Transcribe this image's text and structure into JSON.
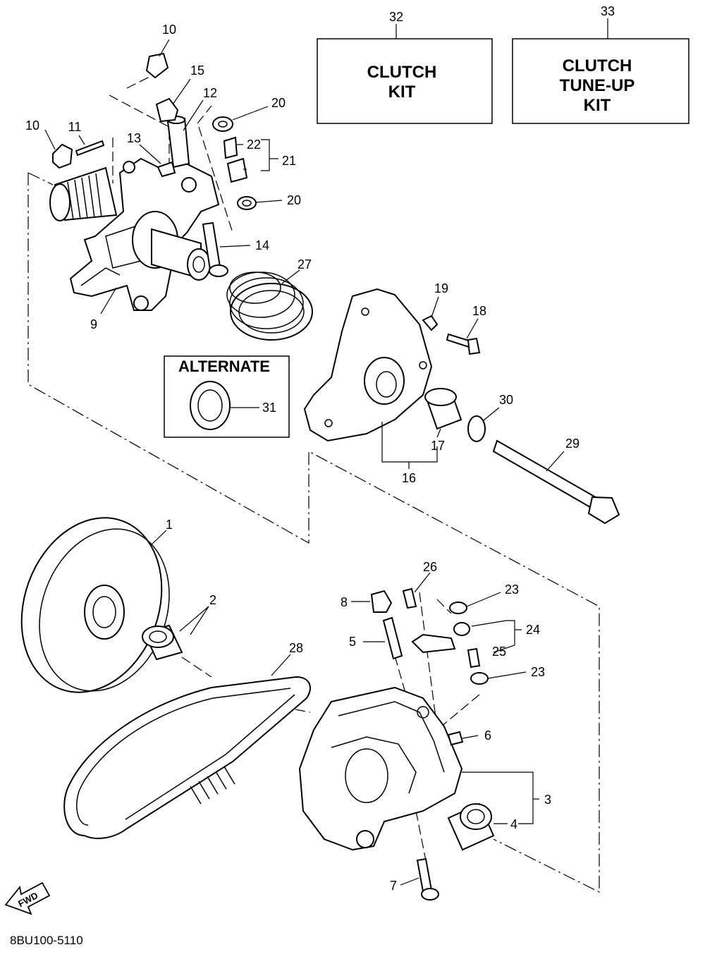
{
  "kits": [
    {
      "ref": "32",
      "lines": [
        "CLUTCH",
        "KIT"
      ]
    },
    {
      "ref": "33",
      "lines": [
        "CLUTCH",
        "TUNE-UP",
        "KIT"
      ]
    }
  ],
  "alternate": {
    "title": "ALTERNATE",
    "ref": "31"
  },
  "callouts": {
    "c1": "1",
    "c2": "2",
    "c3": "3",
    "c4": "4",
    "c5": "5",
    "c6": "6",
    "c7": "7",
    "c8": "8",
    "c9": "9",
    "c10a": "10",
    "c10b": "10",
    "c11": "11",
    "c12": "12",
    "c13": "13",
    "c14": "14",
    "c15": "15",
    "c16": "16",
    "c17": "17",
    "c18": "18",
    "c19": "19",
    "c20a": "20",
    "c20b": "20",
    "c21": "21",
    "c22": "22",
    "c23a": "23",
    "c23b": "23",
    "c24": "24",
    "c25": "25",
    "c26": "26",
    "c27": "27",
    "c28": "28",
    "c29": "29",
    "c30": "30"
  },
  "fwd_label": "FWD",
  "diagram_code": "8BU100-5110"
}
